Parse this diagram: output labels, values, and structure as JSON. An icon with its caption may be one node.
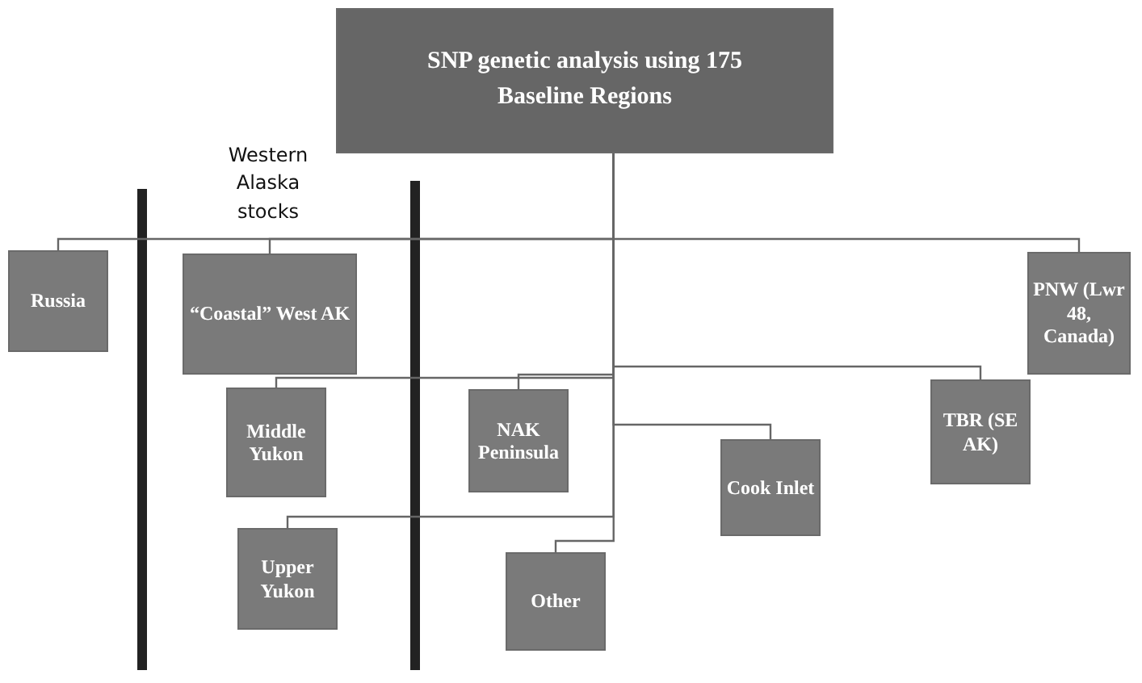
{
  "diagram": {
    "nodes": [
      {
        "text": [
          "SNP genetic analysis using 175 Baseline Regions"
        ]
      },
      {
        "text": [
          "Russia"
        ]
      },
      {
        "text": [
          "“Coastal” West AK"
        ]
      },
      {
        "text": [
          "PNW (Lwr 48, Canada)"
        ]
      },
      {
        "text": [
          "Middle Yukon"
        ]
      },
      {
        "text": [
          "NAK Peninsula"
        ]
      },
      {
        "text": [
          "TBR (SE AK)"
        ]
      },
      {
        "text": [
          "Cook Inlet"
        ]
      },
      {
        "text": [
          "Upper Yukon"
        ]
      },
      {
        "text": [
          "Other"
        ]
      }
    ],
    "edges": [
      {
        "from": 0,
        "to": 1,
        "arrow": "none"
      },
      {
        "from": 0,
        "to": 2,
        "arrow": "none"
      },
      {
        "from": 0,
        "to": 3,
        "arrow": "none"
      },
      {
        "from": 0,
        "to": 4,
        "arrow": "none"
      },
      {
        "from": 0,
        "to": 5,
        "arrow": "none"
      },
      {
        "from": 0,
        "to": 6,
        "arrow": "none"
      },
      {
        "from": 0,
        "to": 7,
        "arrow": "none"
      },
      {
        "from": 0,
        "to": 8,
        "arrow": "none"
      },
      {
        "from": 0,
        "to": 9,
        "arrow": "none"
      }
    ],
    "labels": [
      "Western Alaska stocks"
    ]
  }
}
